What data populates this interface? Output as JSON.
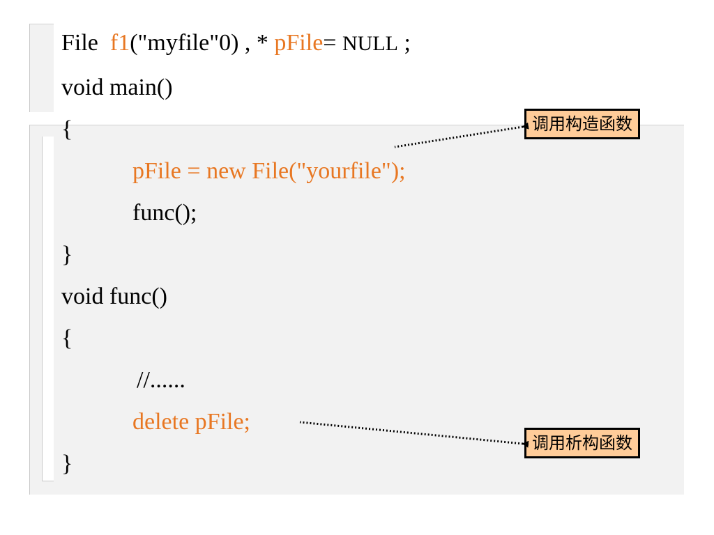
{
  "code": {
    "line1": {
      "a": "File  ",
      "b": "f1",
      "c": "(\"myfile\"0) , * ",
      "d": "pFile",
      "e": "= ",
      "f": "NULL",
      "g": " ;"
    },
    "line2": "void main()",
    "line3": "{",
    "line4": "pFile = new File(\"yourfile\");",
    "line5": "func();",
    "line6": "}",
    "line7": "void func()",
    "line8": "{",
    "line9": "//......",
    "line10": "delete pFile;",
    "line11": "}"
  },
  "annotations": {
    "constructor": "调用构造函数",
    "destructor": "调用析构函数"
  },
  "colors": {
    "highlight": "#e87722",
    "annotation_bg": "#ffcc99",
    "panel_bg": "#f2f2f2"
  }
}
